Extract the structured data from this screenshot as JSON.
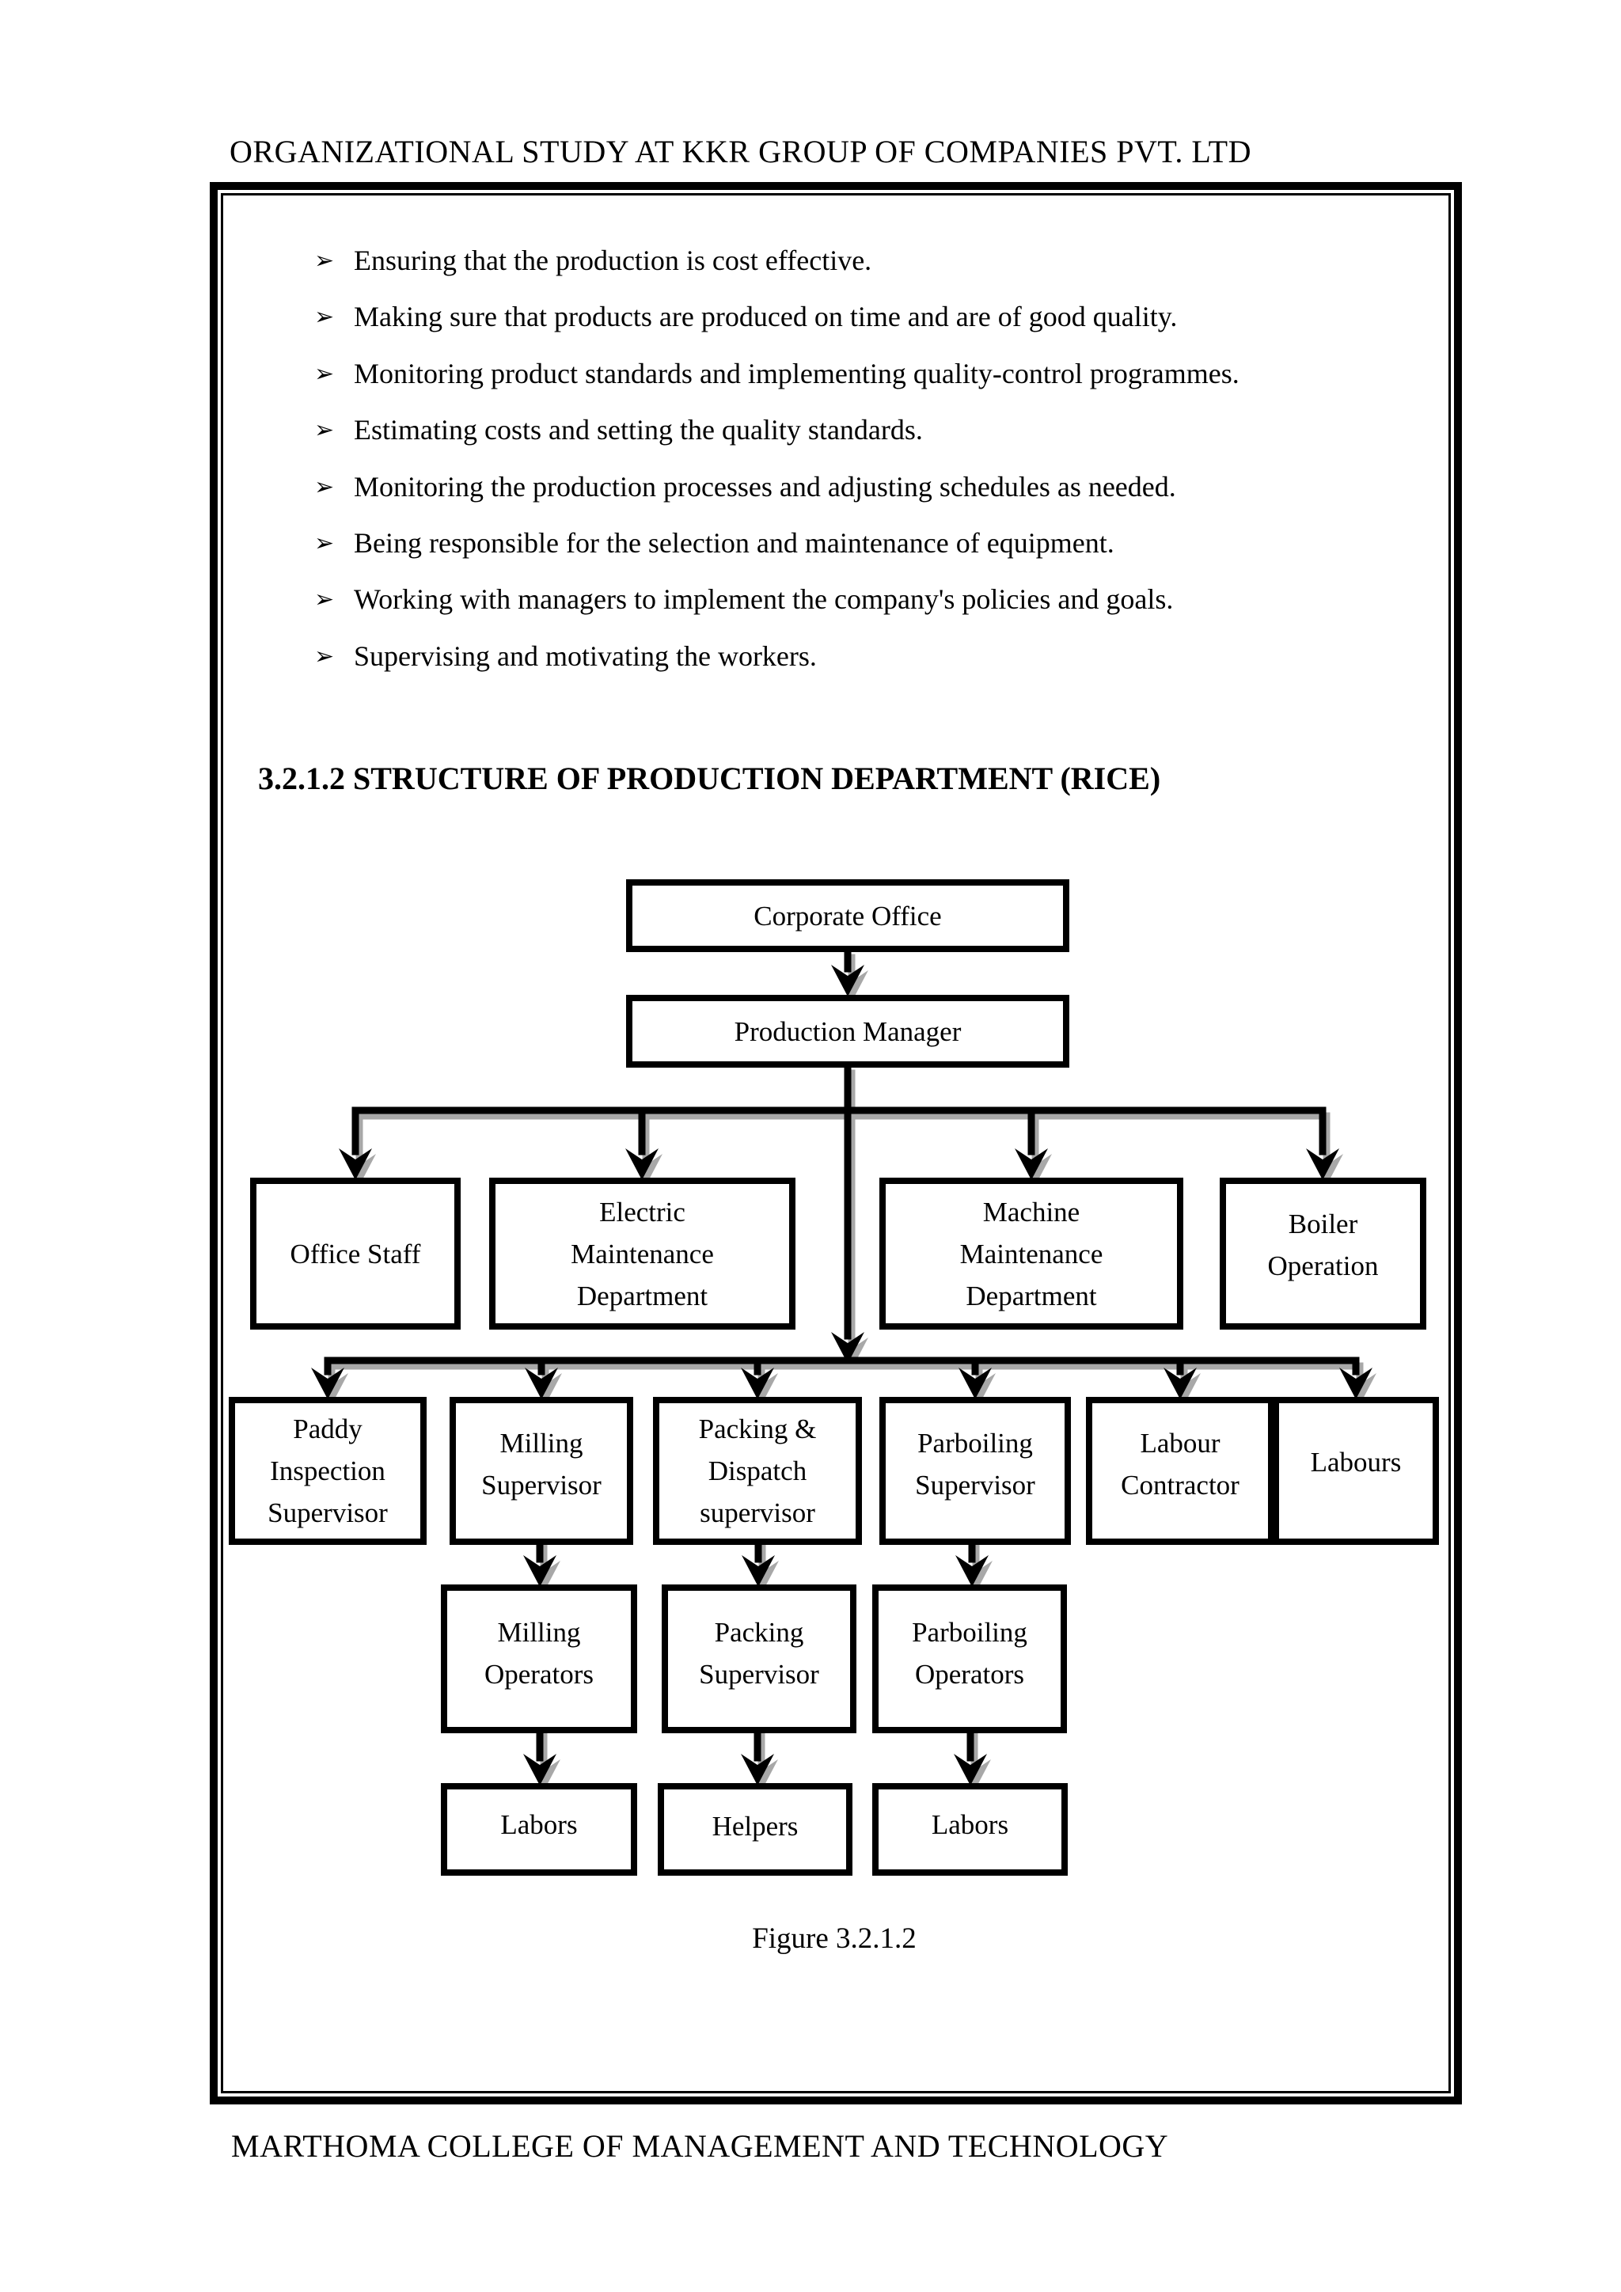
{
  "page": {
    "header_title": "ORGANIZATIONAL STUDY AT KKR GROUP OF COMPANIES PVT. LTD",
    "footer_text": "MARTHOMA COLLEGE OF MANAGEMENT AND TECHNOLOGY"
  },
  "responsibilities": {
    "bullet_marker": "➢",
    "items": [
      "Ensuring that the production is cost effective.",
      "Making sure that products are produced on time and are of good quality.",
      "Monitoring product standards and implementing quality-control programmes.",
      "Estimating costs and setting the quality standards.",
      "Monitoring the production processes and adjusting schedules as needed.",
      "Being responsible for the selection and maintenance of equipment.",
      "Working with managers to implement the company's policies and goals.",
      "Supervising and motivating the workers."
    ]
  },
  "section": {
    "heading": "3.2.1.2 STRUCTURE OF PRODUCTION DEPARTMENT (RICE)"
  },
  "org_chart": {
    "figure_caption": "Figure 3.2.1.2",
    "nodes": {
      "corporate_office": "Corporate Office",
      "production_manager": "Production Manager",
      "office_staff": "Office Staff",
      "electric_maintenance": "Electric\nMaintenance\nDepartment",
      "machine_maintenance": "Machine\nMaintenance\nDepartment",
      "boiler_operation": "Boiler\nOperation",
      "paddy_inspection_supervisor": "Paddy\nInspection\nSupervisor",
      "milling_supervisor": "Milling\nSupervisor",
      "packing_dispatch_supervisor": "Packing &\nDispatch\nsupervisor",
      "parboiling_supervisor": "Parboiling\nSupervisor",
      "labour_contractor": "Labour\nContractor",
      "labours": "Labours",
      "milling_operators": "Milling\nOperators",
      "packing_supervisor": "Packing\nSupervisor",
      "parboiling_operators": "Parboiling\nOperators",
      "labors_milling": "Labors",
      "helpers": "Helpers",
      "labors_parboiling": "Labors"
    },
    "edges": [
      "corporate_office -> production_manager",
      "production_manager -> office_staff",
      "production_manager -> electric_maintenance",
      "production_manager -> machine_maintenance",
      "production_manager -> boiler_operation",
      "production_manager -> paddy_inspection_supervisor",
      "production_manager -> milling_supervisor",
      "production_manager -> packing_dispatch_supervisor",
      "production_manager -> parboiling_supervisor",
      "production_manager -> labour_contractor",
      "production_manager -> labours",
      "milling_supervisor -> milling_operators",
      "packing_dispatch_supervisor -> packing_supervisor",
      "parboiling_supervisor -> parboiling_operators",
      "milling_operators -> labors_milling",
      "packing_supervisor -> helpers",
      "parboiling_operators -> labors_parboiling"
    ]
  },
  "colors": {
    "ink": "#000000",
    "paper": "#ffffff",
    "line_shadow": "#a8a8a8"
  }
}
